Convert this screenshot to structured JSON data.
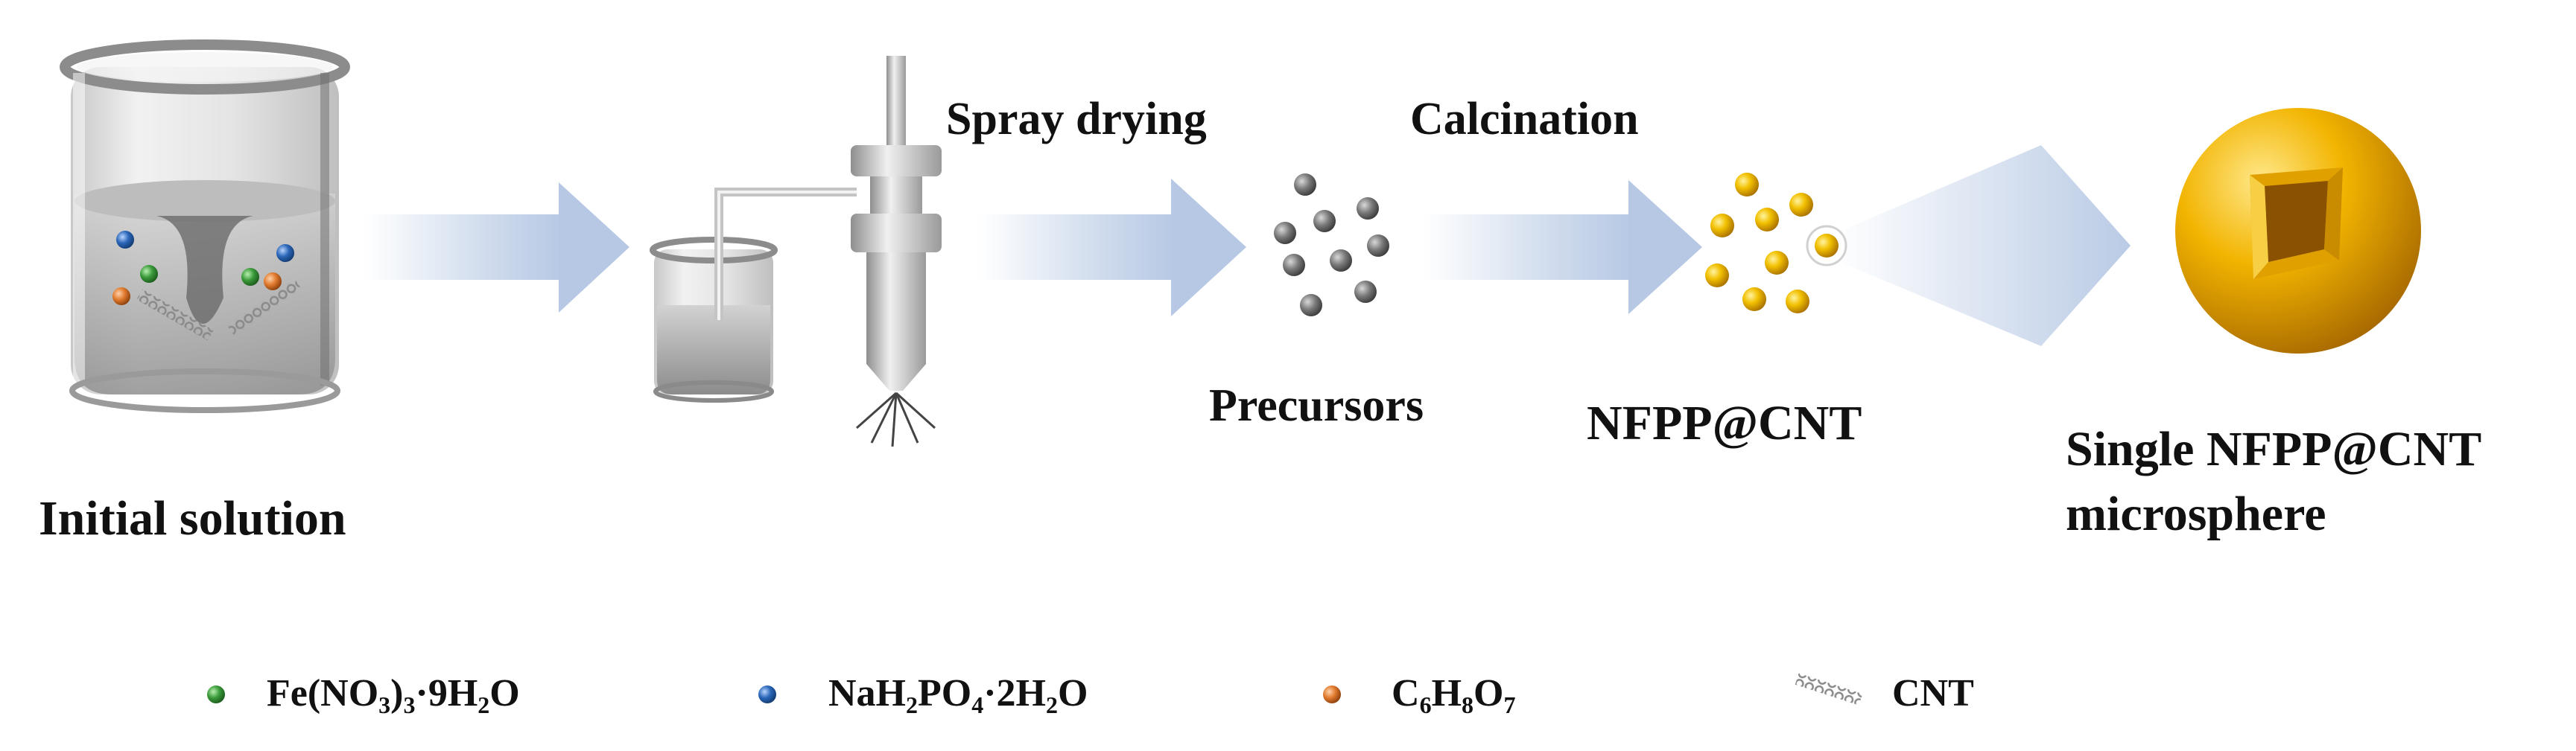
{
  "labels": {
    "initial_solution": "Initial solution",
    "spray_drying": "Spray drying",
    "calcination": "Calcination",
    "precursors": "Precursors",
    "nfpp_cnt": "NFPP@CNT",
    "single_line1": "Single NFPP@CNT",
    "single_line2": "microsphere"
  },
  "legend": [
    {
      "name": "fe-nitrate",
      "color": "#3a9a3a",
      "parts": [
        "Fe(NO",
        "3",
        ")",
        "3",
        "·9H",
        "2",
        "O"
      ]
    },
    {
      "name": "sodium-phosphate",
      "color": "#2a66b8",
      "parts": [
        "NaH",
        "2",
        "PO",
        "4",
        "·2H",
        "2",
        "O"
      ]
    },
    {
      "name": "citric-acid",
      "color": "#e07a2e",
      "parts": [
        "C",
        "6",
        "H",
        "8",
        "O",
        "7"
      ]
    },
    {
      "name": "cnt",
      "color": "#888888",
      "parts": [
        "CNT"
      ]
    }
  ],
  "colors": {
    "arrow": "#b9cbe6",
    "precursor": "#7a7a7a",
    "nfpp": "#f2b705",
    "sphere": "#f0b400"
  }
}
